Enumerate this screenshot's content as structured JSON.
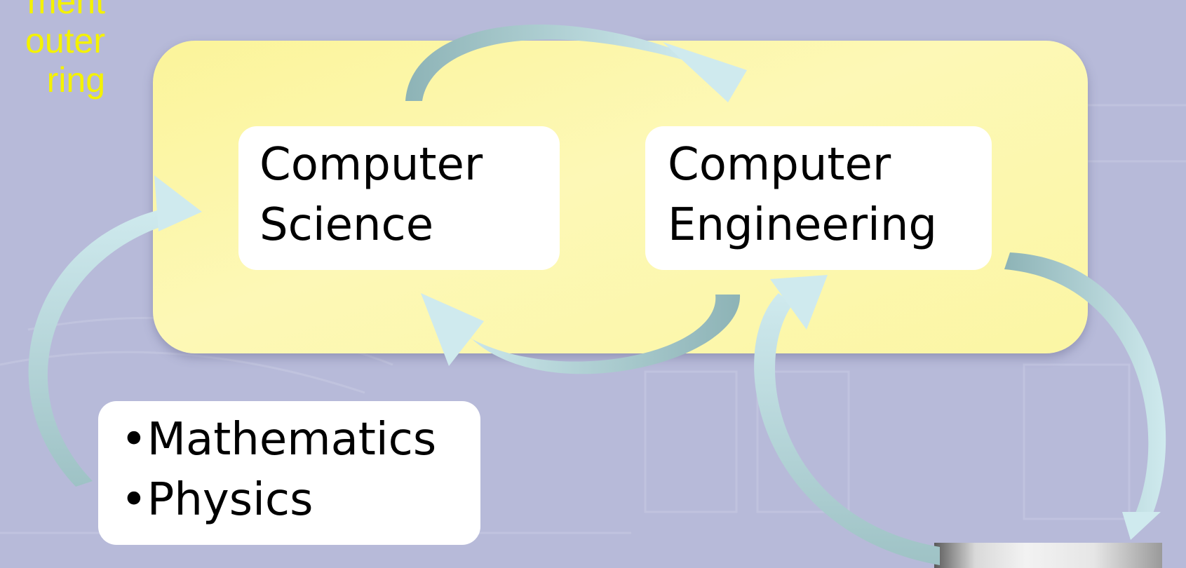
{
  "slide": {
    "corner_title_lines": [
      "ment",
      "outer",
      "ring"
    ]
  },
  "diagram": {
    "nodes": {
      "computer_science": {
        "lines": [
          "Computer",
          "Science"
        ]
      },
      "computer_engineering": {
        "lines": [
          "Computer",
          "Engineering"
        ]
      },
      "foundations": {
        "lines": [
          "•Mathematics",
          "•Physics"
        ]
      }
    },
    "edges": [
      {
        "from": "computer_science",
        "to": "computer_engineering"
      },
      {
        "from": "computer_engineering",
        "to": "computer_science"
      },
      {
        "from": "foundations",
        "to": "computer_science"
      },
      {
        "from": "computer_engineering",
        "to": "photo"
      },
      {
        "from": "photo",
        "to": "computer_engineering"
      }
    ]
  },
  "colors": {
    "background": "#b7bad9",
    "panel": "#fcf6a8",
    "title_text": "#f4f200",
    "arrow_light": "#c9e6ea",
    "arrow_dark": "#8db3b6",
    "box": "#ffffff"
  }
}
